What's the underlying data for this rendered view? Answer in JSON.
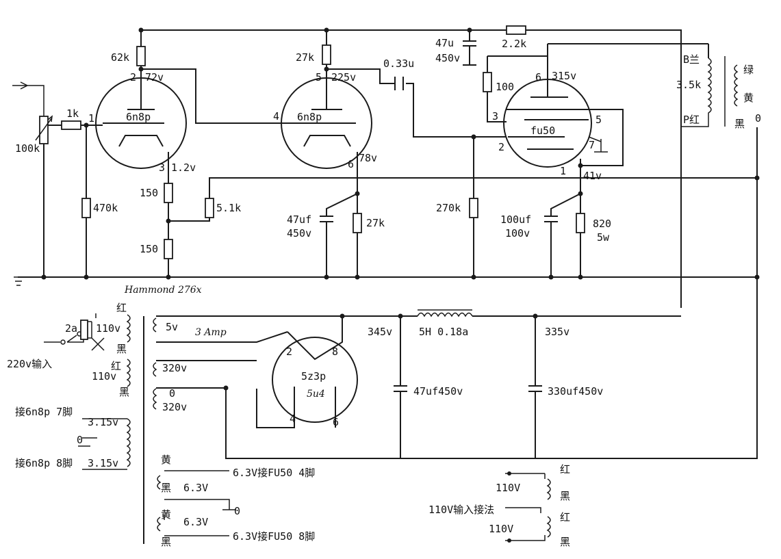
{
  "tubes": {
    "v1": {
      "type": "6n8p",
      "pin1": "1",
      "pin2": "2",
      "pin3": "3",
      "plate_v": "72v",
      "cathode_v": "1.2v"
    },
    "v2": {
      "type": "6n8p",
      "pin4": "4",
      "pin5": "5",
      "pin6": "6",
      "plate_v": "225v",
      "cathode_v": "78v"
    },
    "v3": {
      "type": "fu50",
      "pin1": "1",
      "pin2": "2",
      "pin3": "3",
      "pin5": "5",
      "pin6": "6",
      "pin7": "7",
      "plate_v": "315v",
      "cathode_v": "41v"
    },
    "rect": {
      "type": "5z3p",
      "pin2": "2",
      "pin8": "8",
      "pin4": "4",
      "pin6": "6",
      "hand_note": "5u4"
    }
  },
  "components": {
    "r_62k": "62k",
    "r_27k_top": "27k",
    "c_033u": "0.33u",
    "c_47u": "47u",
    "c_47u_v": "450v",
    "r_2_2k": "2.2k",
    "r_100": "100",
    "r_1k": "1k",
    "pot_100k": "100k",
    "r_470k": "470k",
    "r_150a": "150",
    "r_150b": "150",
    "r_5_1k": "5.1k",
    "c_47uf": "47uf",
    "c_47uf_v": "450v",
    "r_27k_cath": "27k",
    "r_270k": "270k",
    "c_100uf": "100uf",
    "c_100uf_v": "100v",
    "r_820": "820",
    "r_820_w": "5w"
  },
  "output_transformer": {
    "b_label": "B兰",
    "imp": "3.5k",
    "p_label": "P红",
    "sec_green": "绿",
    "sec_yellow": "黄",
    "sec_black": "黑",
    "sec_zero": "0"
  },
  "hand_note": "Hammond 276x",
  "power": {
    "fuse": "2a",
    "pri_110_a": "110v",
    "pri_110_b": "110v",
    "in_220": "220v输入",
    "red_a": "红",
    "black_a": "黑",
    "red_b": "红",
    "black_b": "黑",
    "sec_5v": "5v",
    "amp_note": "3 Amp",
    "sec_320a": "320v",
    "sec_0": "0",
    "sec_320b": "320v",
    "b_345": "345v",
    "choke": "5H 0.18a",
    "b_335": "335v",
    "c_47_450": "47uf450v",
    "c_330_450": "330uf450v",
    "heater_6n8p_a": "接6n8p 7脚",
    "heater_3_15a": "3.15v",
    "heater_0": "0",
    "heater_6n8p_b": "接6n8p 8脚",
    "heater_3_15b": "3.15v",
    "fu_yellow_a": "黄",
    "fu_black_a": "黑",
    "fu_6_3a": "6.3V",
    "fu_note_a": "6.3V接FU50 4脚",
    "fu_zero": "0",
    "fu_yellow_b": "黄",
    "fu_6_3b": "6.3V",
    "fu_black_b": "黑",
    "fu_note_b": "6.3V接FU50 8脚"
  },
  "mains_110": {
    "v_a": "110V",
    "label": "110V输入接法",
    "v_b": "110V",
    "red_a": "红",
    "black_a": "黑",
    "red_b": "红",
    "black_b": "黑"
  }
}
